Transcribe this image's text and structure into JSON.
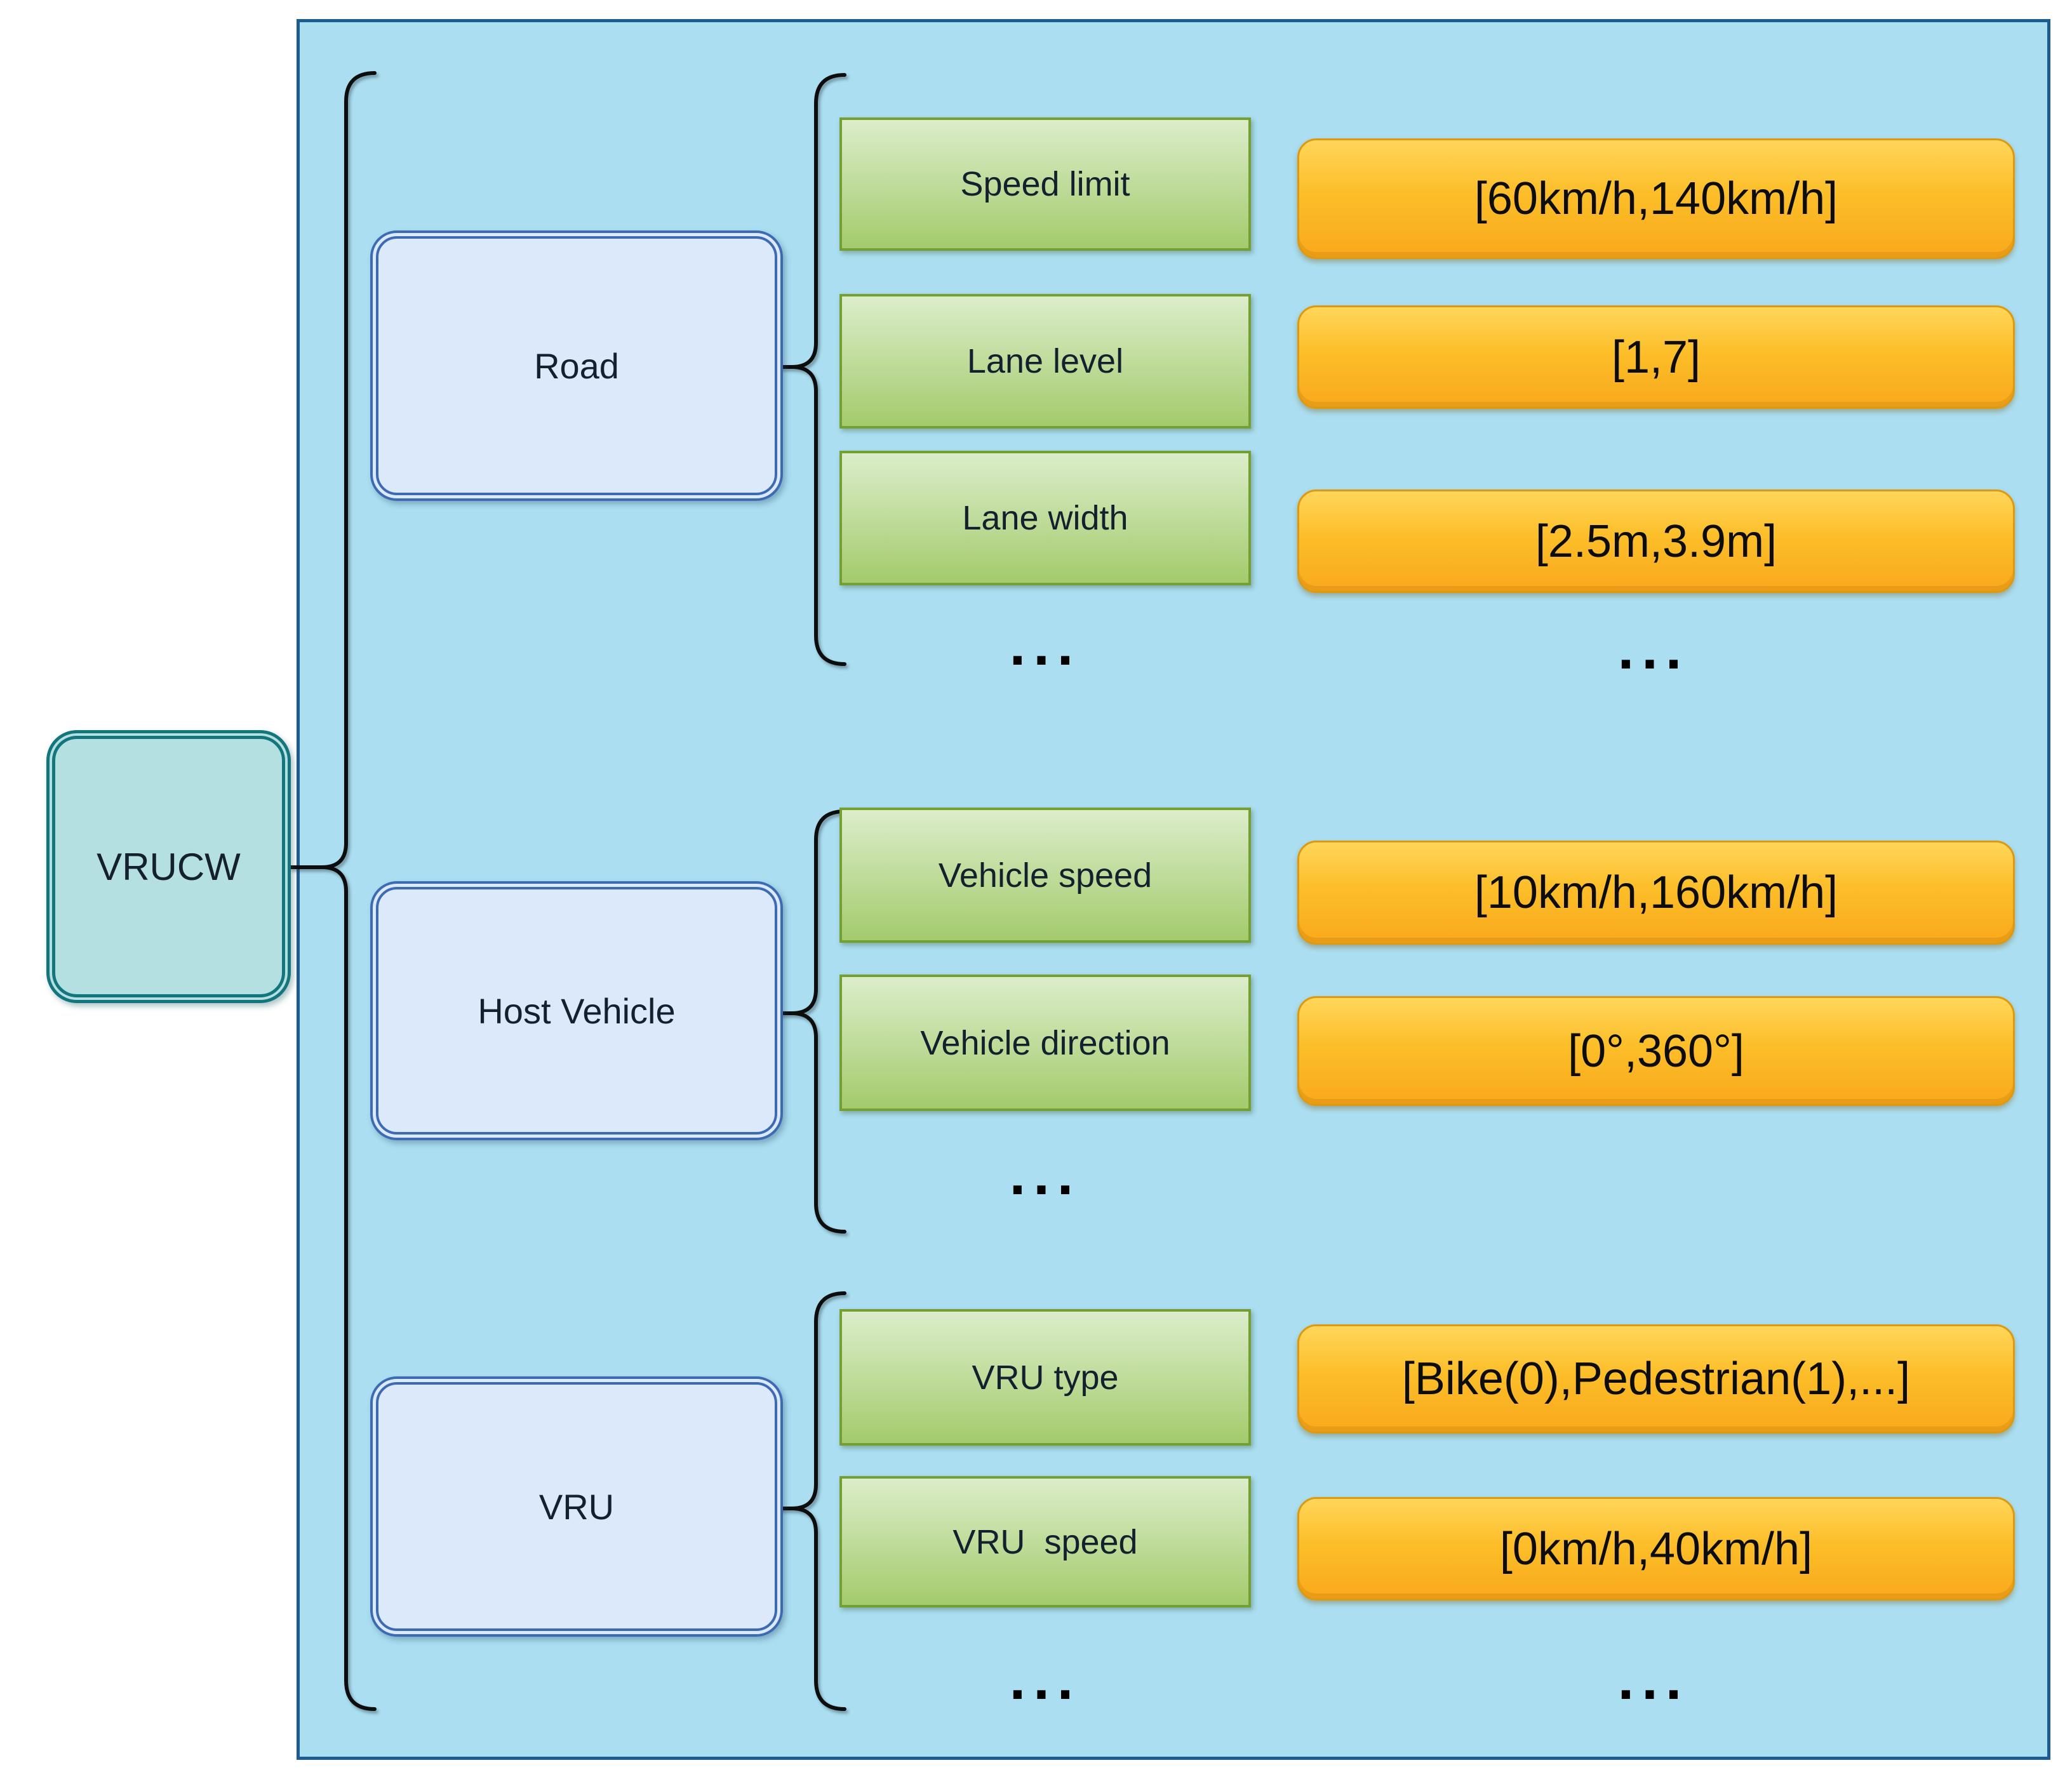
{
  "diagram": {
    "root": {
      "label": "VRUCW"
    },
    "groups": [
      {
        "label": "Road",
        "attributes": [
          {
            "name": "Speed limit",
            "value": "[60km/h,140km/h]"
          },
          {
            "name": "Lane level",
            "value": "[1,7]"
          },
          {
            "name": "Lane width",
            "value": "[2.5m,3.9m]"
          }
        ],
        "attr_ellipsis": "...",
        "value_ellipsis": "..."
      },
      {
        "label": "Host Vehicle",
        "attributes": [
          {
            "name": "Vehicle speed",
            "value": "[10km/h,160km/h]"
          },
          {
            "name": "Vehicle direction",
            "value": "[0°,360°]"
          }
        ],
        "attr_ellipsis": "..."
      },
      {
        "label": "VRU",
        "attributes": [
          {
            "name": "VRU type",
            "value": "[Bike(0),Pedestrian(1),...]"
          },
          {
            "name": "VRU  speed",
            "value": "[0km/h,40km/h]"
          }
        ],
        "attr_ellipsis": "...",
        "value_ellipsis": "..."
      }
    ]
  },
  "colors": {
    "container_fill": "#aadef0",
    "container_border": "#1d5c91",
    "root_fill": "#b4e0e1",
    "root_border": "#13767c",
    "category_fill": "#dbe9fb",
    "category_border": "#3d6bb3",
    "attr_fill_top": "#dcedca",
    "attr_fill_bottom": "#a3cb6c",
    "attr_border": "#74a033",
    "value_fill_top": "#ffd65a",
    "value_fill_bottom": "#f9a91c",
    "value_border": "#dd9a10",
    "line_color": "#0b0b0b"
  }
}
